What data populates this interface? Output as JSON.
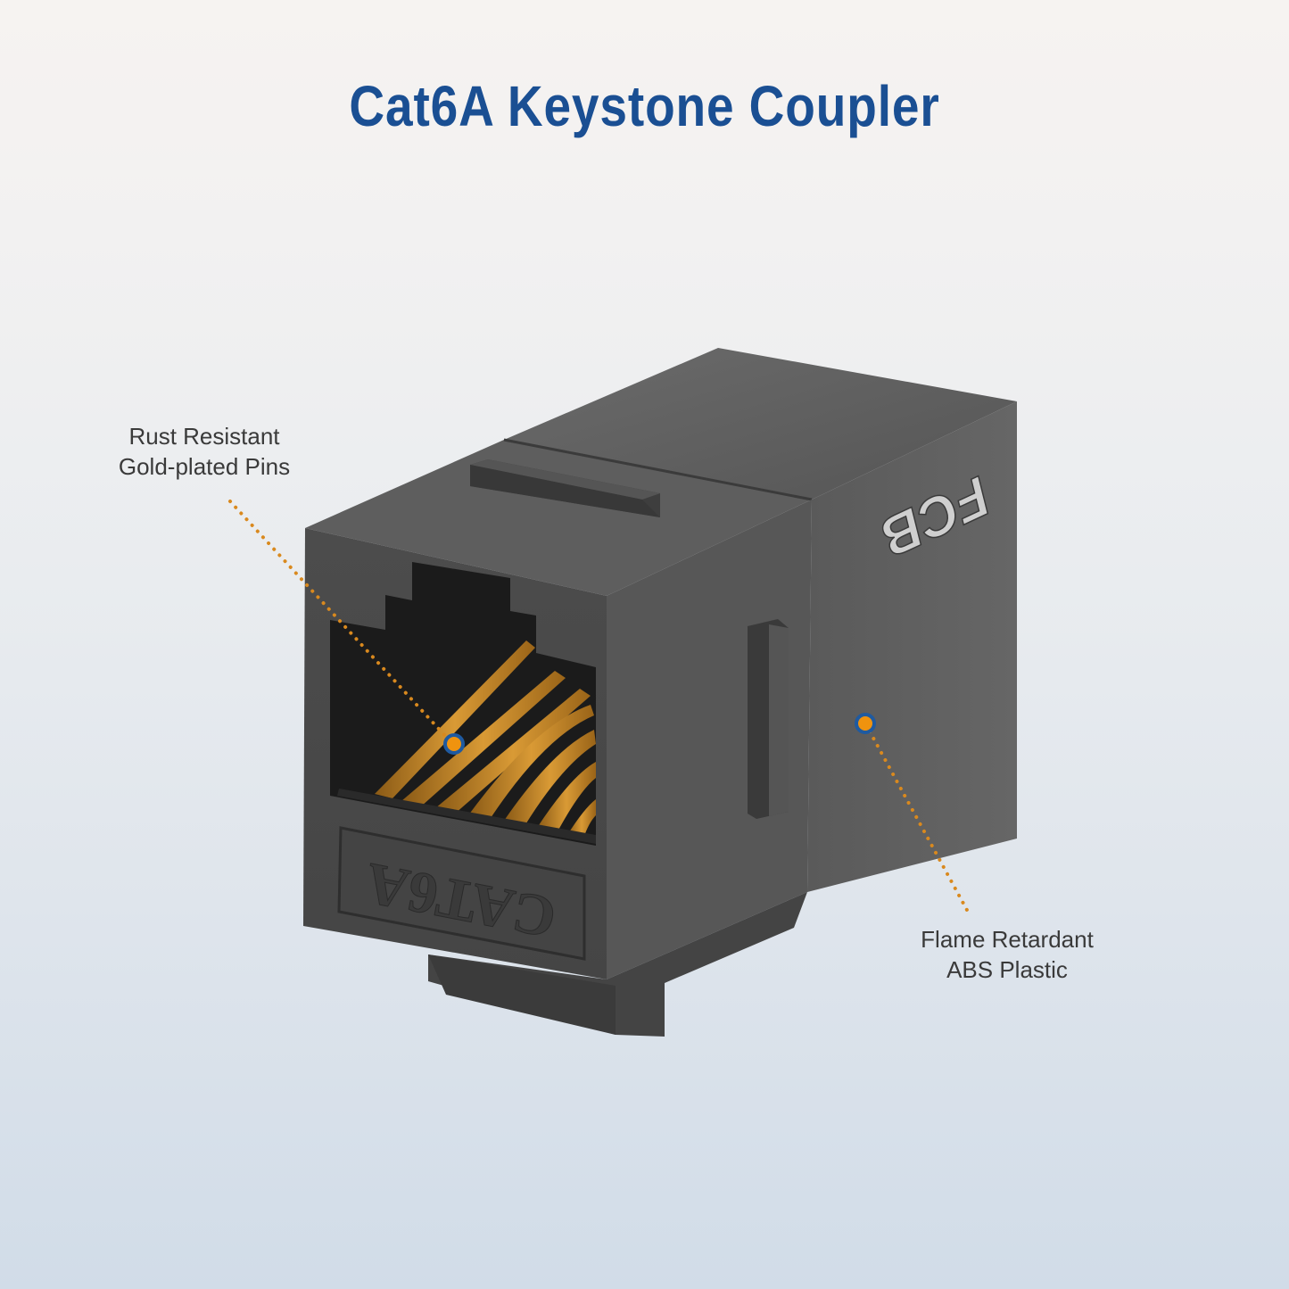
{
  "title": "Cat6A Keystone Coupler",
  "callouts": [
    {
      "line1": "Rust Resistant",
      "line2": "Gold-plated Pins",
      "target": "gold-plated-pins"
    },
    {
      "line1": "Flame Retardant",
      "line2": "ABS Plastic",
      "target": "housing-side"
    }
  ],
  "product": {
    "face_label": "CAT6A",
    "brand_mark": "FCB",
    "body_color": "#4a4a4a",
    "pin_color": "#c98a2c"
  },
  "colors": {
    "title": "#1a4f93",
    "marker_ring": "#1f5aa0",
    "marker_dot": "#f0930e",
    "leader_line": "#d9891e"
  }
}
